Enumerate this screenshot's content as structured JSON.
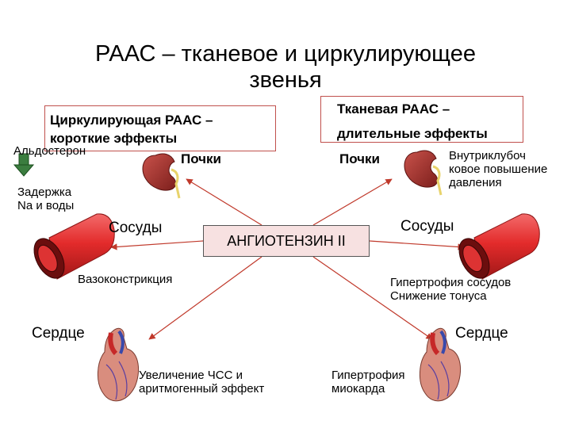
{
  "title": {
    "line1": "РААС – тканевое и циркулирующее",
    "line2": "звенья"
  },
  "left": {
    "box_line1": "Циркулирующая РААС –",
    "box_line2": "короткие эффекты",
    "aldosterone": "Альдостерон",
    "kidney_label": "Почки",
    "retention": "Задержка\nNa и воды",
    "vessels_label": "Сосуды",
    "vasoconstriction": "Вазоконстрикция",
    "heart_label": "Сердце",
    "heart_effect": "Увеличение ЧСС и\nаритмогенный эффект"
  },
  "right": {
    "box_line1": "Тканевая РААС –",
    "box_line2": "длительные эффекты",
    "kidney_label": "Почки",
    "kidney_effect": "Внутриклубоч\nковое повышение\nдавления",
    "vessels_label": "Сосуды",
    "vessel_effect": "Гипертрофия сосудов\nСнижение тонуса",
    "heart_label": "Сердце",
    "heart_effect": "Гипертрофия\nмиокарда"
  },
  "center": {
    "label": "АНГИОТЕНЗИН II"
  },
  "colors": {
    "vessel_red": "#e32b2b",
    "vessel_dark": "#7a1010",
    "kidney": "#a8312e",
    "box_border": "#c0504d",
    "center_fill": "#f7e1e1",
    "arrow_green": "#2e7d32"
  }
}
